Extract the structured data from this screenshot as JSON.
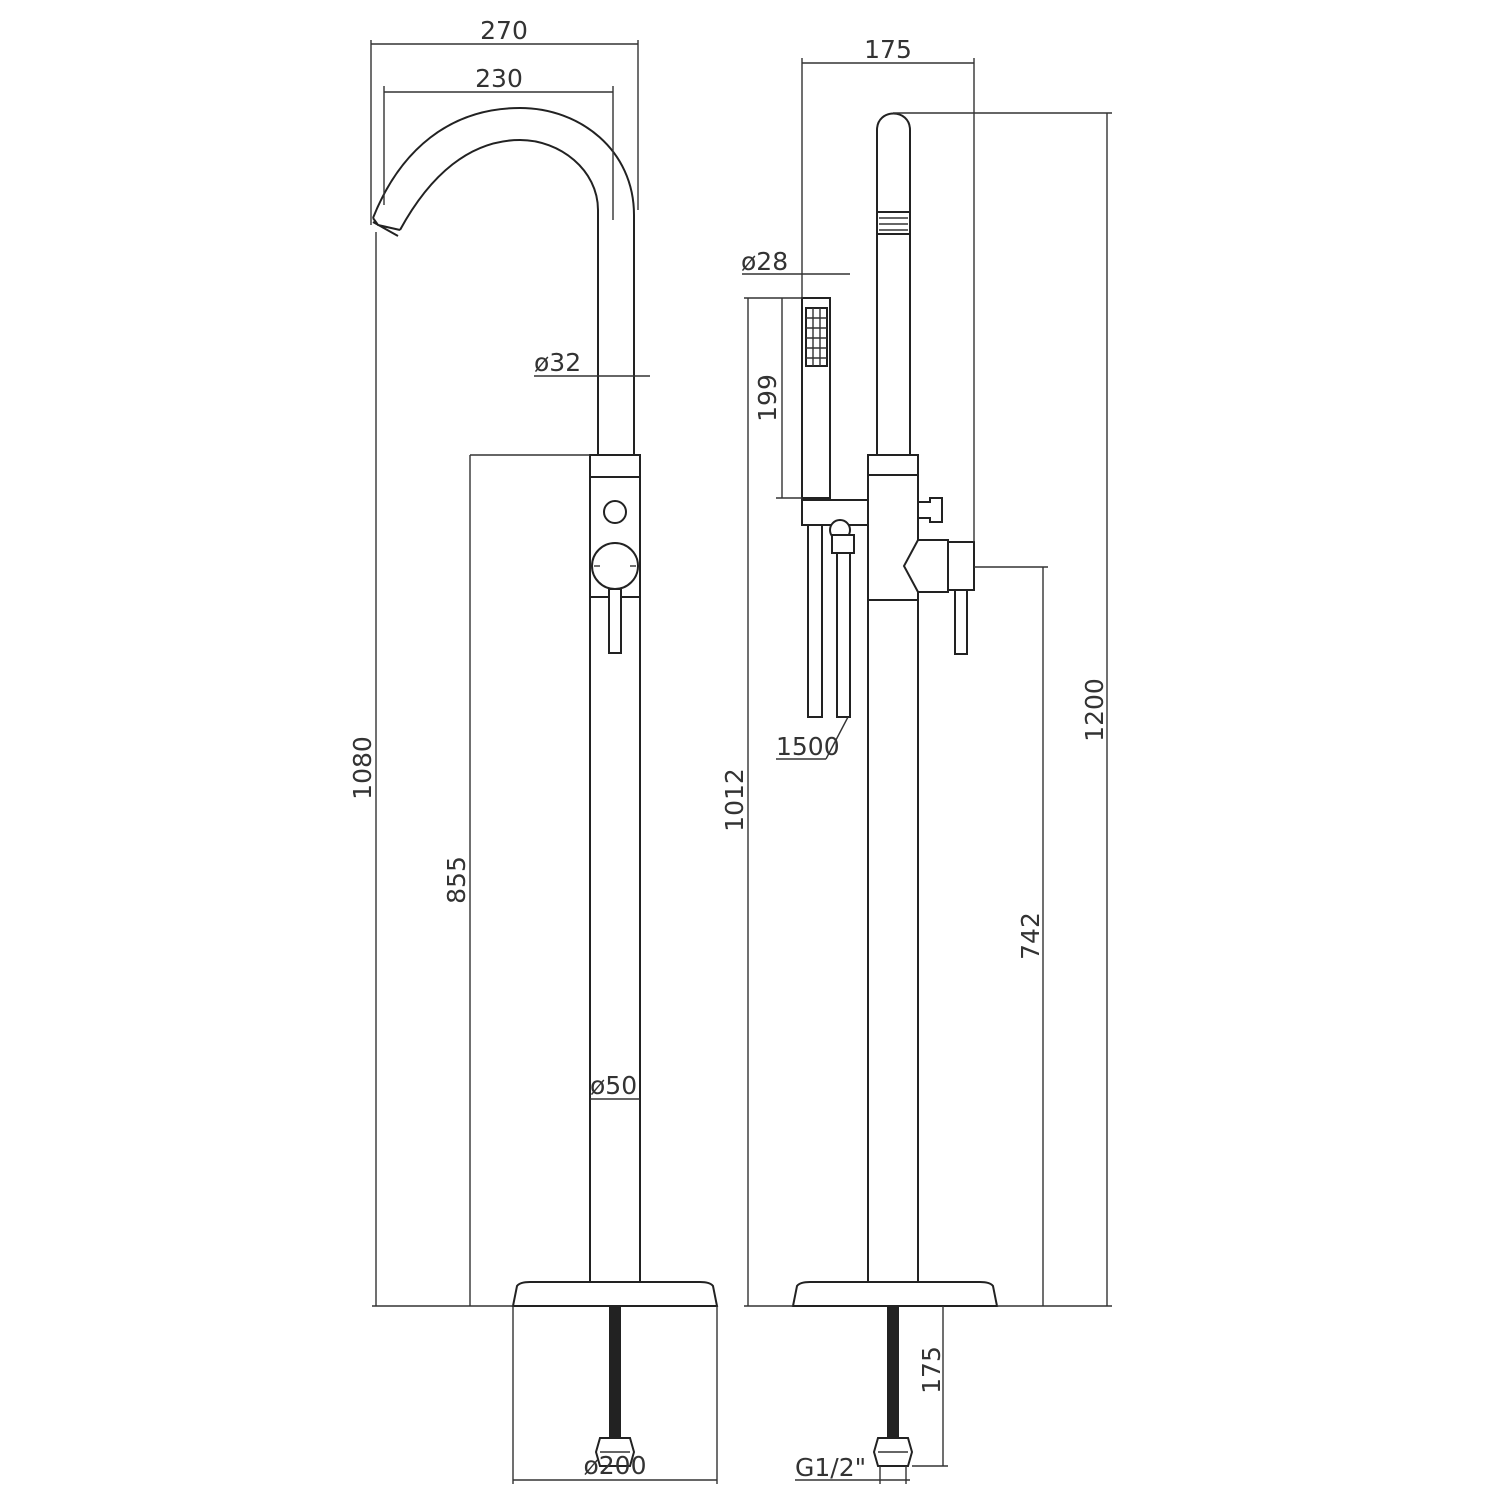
{
  "front_view": {
    "width_total": "270",
    "width_spout": "230",
    "spout_diameter": "ø32",
    "height_total": "1080",
    "height_body": "855",
    "column_diameter": "ø50",
    "base_diameter": "ø200"
  },
  "side_view": {
    "width_total": "175",
    "handshower_diameter": "ø28",
    "handshower_length": "199",
    "hose_length": "1500",
    "height_handshower_holder": "1012",
    "height_total": "1200",
    "height_lever": "742",
    "below_floor": "175",
    "connection": "G1/2\""
  }
}
